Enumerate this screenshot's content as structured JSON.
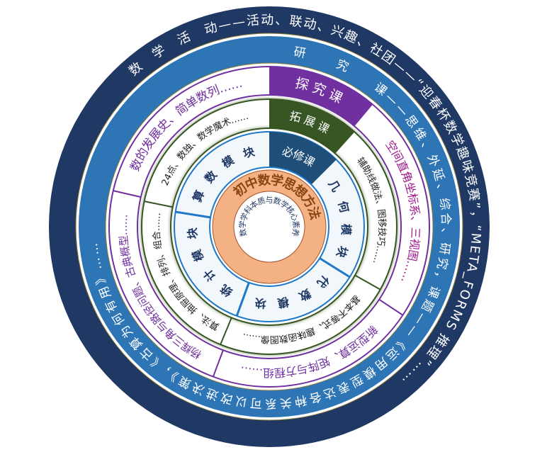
{
  "outer_ring": {
    "text": "数　学　活　动——活动、联动、兴趣、社团——“迎春杯数学趣味竞赛”，“META_FORMS 推理”……"
  },
  "research_ring": {
    "text": "研　　究　　课——思维、外延、综合、研究，课题——《运用模型表达各种关系可以改进决策》，《古算为何有用》……"
  },
  "inquiry_ring": {
    "label": "探 究 课",
    "segments": [
      "空间直角坐标系、三视图……",
      "新型运算、矩阵与方程组……",
      "杨辉三角与路径问题、古典概型……",
      "数的发展史、简单数列……"
    ]
  },
  "extension_ring": {
    "label": "拓 展 课",
    "segments": [
      "辅助线做法、图移技巧……",
      "基本不等式、趣味函数图像……",
      "算法、抽屉原理、排列、组合……",
      "24点、数独、数学魔术……"
    ]
  },
  "required_ring": {
    "label": "必修课",
    "modules": [
      "几　何　模　块",
      "代　数　模　块",
      "统　计　模　块",
      "算　数　模　块"
    ]
  },
  "core": {
    "title": "初中数学思想方法",
    "subtitle": "数学学科本质与数学核心素养"
  },
  "colors": {
    "navy": "#1f3864",
    "blue": "#2e75b6",
    "purple": "#7030a0",
    "green": "#375623",
    "module_blue": "#1f4e79",
    "orange": "#f4b183",
    "brown": "#8b4513"
  }
}
